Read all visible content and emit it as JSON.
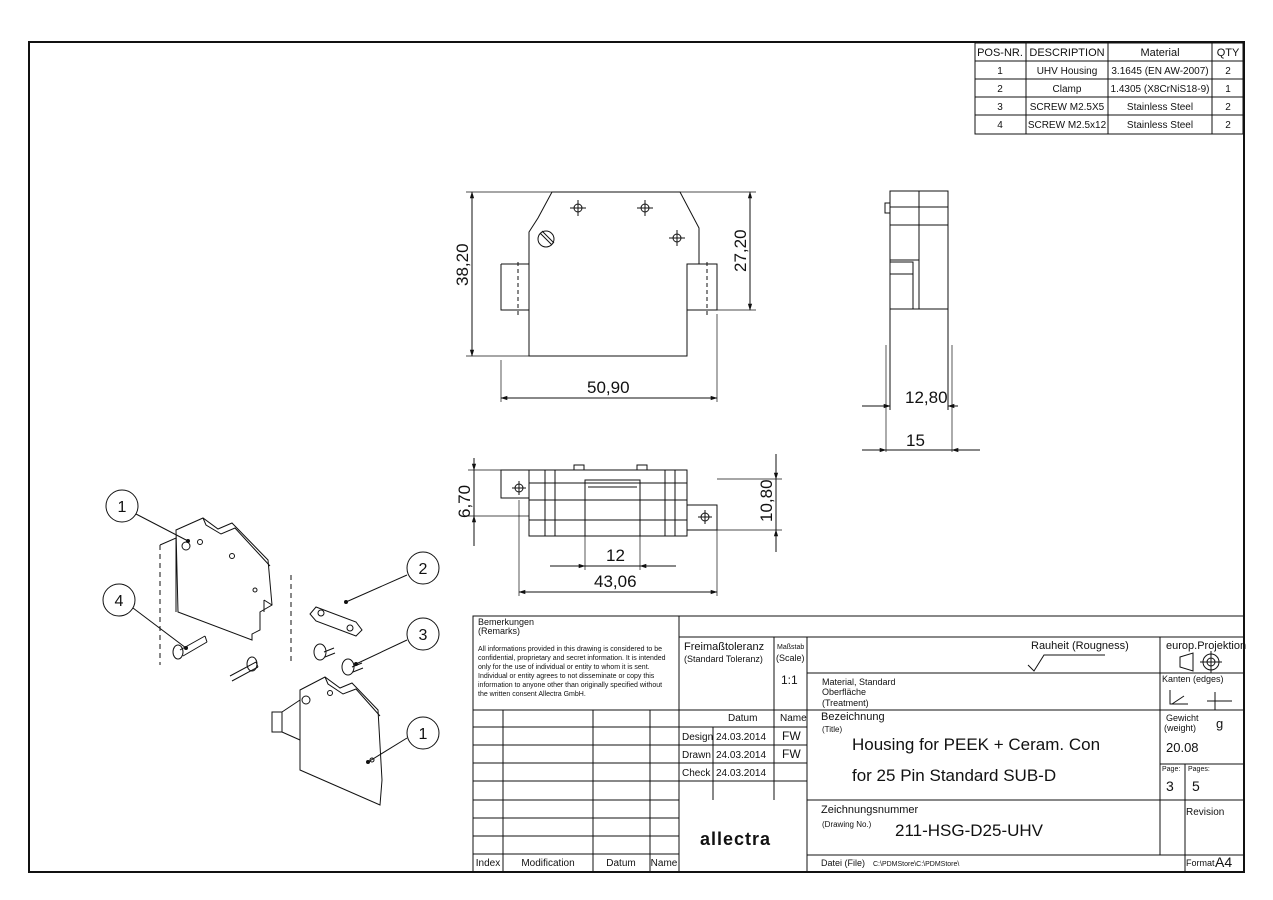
{
  "bom": {
    "headers": [
      "POS-NR.",
      "DESCRIPTION",
      "Material",
      "QTY"
    ],
    "rows": [
      [
        "1",
        "UHV Housing",
        "3.1645 (EN AW-2007)",
        "2"
      ],
      [
        "2",
        "Clamp",
        "1.4305 (X8CrNiS18-9)",
        "1"
      ],
      [
        "3",
        "SCREW M2.5X5",
        "Stainless Steel",
        "2"
      ],
      [
        "4",
        "SCREW M2.5x12",
        "Stainless Steel",
        "2"
      ]
    ]
  },
  "dimensions": {
    "front_height": "38,20",
    "front_inner_height": "27,20",
    "front_width": "50,90",
    "side_inner": "12,80",
    "side_width": "15",
    "top_left_height": "6,70",
    "top_right_height": "10,80",
    "top_inner_width": "12",
    "top_width": "43,06"
  },
  "balloons": [
    "1",
    "2",
    "3",
    "4",
    "1"
  ],
  "title_block": {
    "remarks_title": "Bemerkungen",
    "remarks_subtitle": "(Remarks)",
    "remarks_lines": [
      "All informations provided in this drawing is considered to be",
      "confidential, proprietary and secret information. It is intended",
      "only for the use of individual or entity to whom it is sent.",
      "Individual or entity agrees to not disseminate or copy this",
      "information to anyone other than originally specified without",
      "the written consent Allectra GmbH."
    ],
    "tolerance_title": "Freimaßtoleranz",
    "tolerance_subtitle": "(Standard Toleranz)",
    "scale_title": "Maßstab",
    "scale_subtitle": "(Scale)",
    "scale_value": "1:1",
    "roughness_label": "Rauheit (Rougness)",
    "projection_label": "europ.Projektion",
    "edges_label": "Kanten (edges)",
    "material_lines": [
      "Material, Standard",
      "Oberfläche",
      "(Treatment)"
    ],
    "datum_header": "Datum",
    "name_header": "Name",
    "rows": [
      {
        "role": "Design",
        "date": "24.03.2014",
        "name": "FW"
      },
      {
        "role": "Drawn",
        "date": "24.03.2014",
        "name": "FW"
      },
      {
        "role": "Check",
        "date": "24.03.2014",
        "name": ""
      }
    ],
    "title_label": "Bezeichnung",
    "title_sublabel": "(Title)",
    "title_line1": "Housing for PEEK + Ceram. Con",
    "title_line2": "for 25 Pin Standard SUB-D",
    "weight_label": "Gewicht",
    "weight_sublabel": "(weight)",
    "weight_unit": "g",
    "weight_value": "20.08",
    "page_label": "Page:",
    "pages_label": "Pages:",
    "page_value": "3",
    "pages_value": "5",
    "drawing_no_label": "Zeichnungsnummer",
    "drawing_no_sublabel": "(Drawing No.)",
    "drawing_no": "211-HSG-D25-UHV",
    "revision_label": "Revision",
    "file_label": "Datei (File)",
    "file_path": "C:\\PDMStore\\C:\\PDMStore\\",
    "format_label": "Format",
    "format_value": "A4",
    "logo_text": "allectra",
    "index_headers": [
      "Index",
      "Modification",
      "Datum",
      "Name"
    ]
  }
}
